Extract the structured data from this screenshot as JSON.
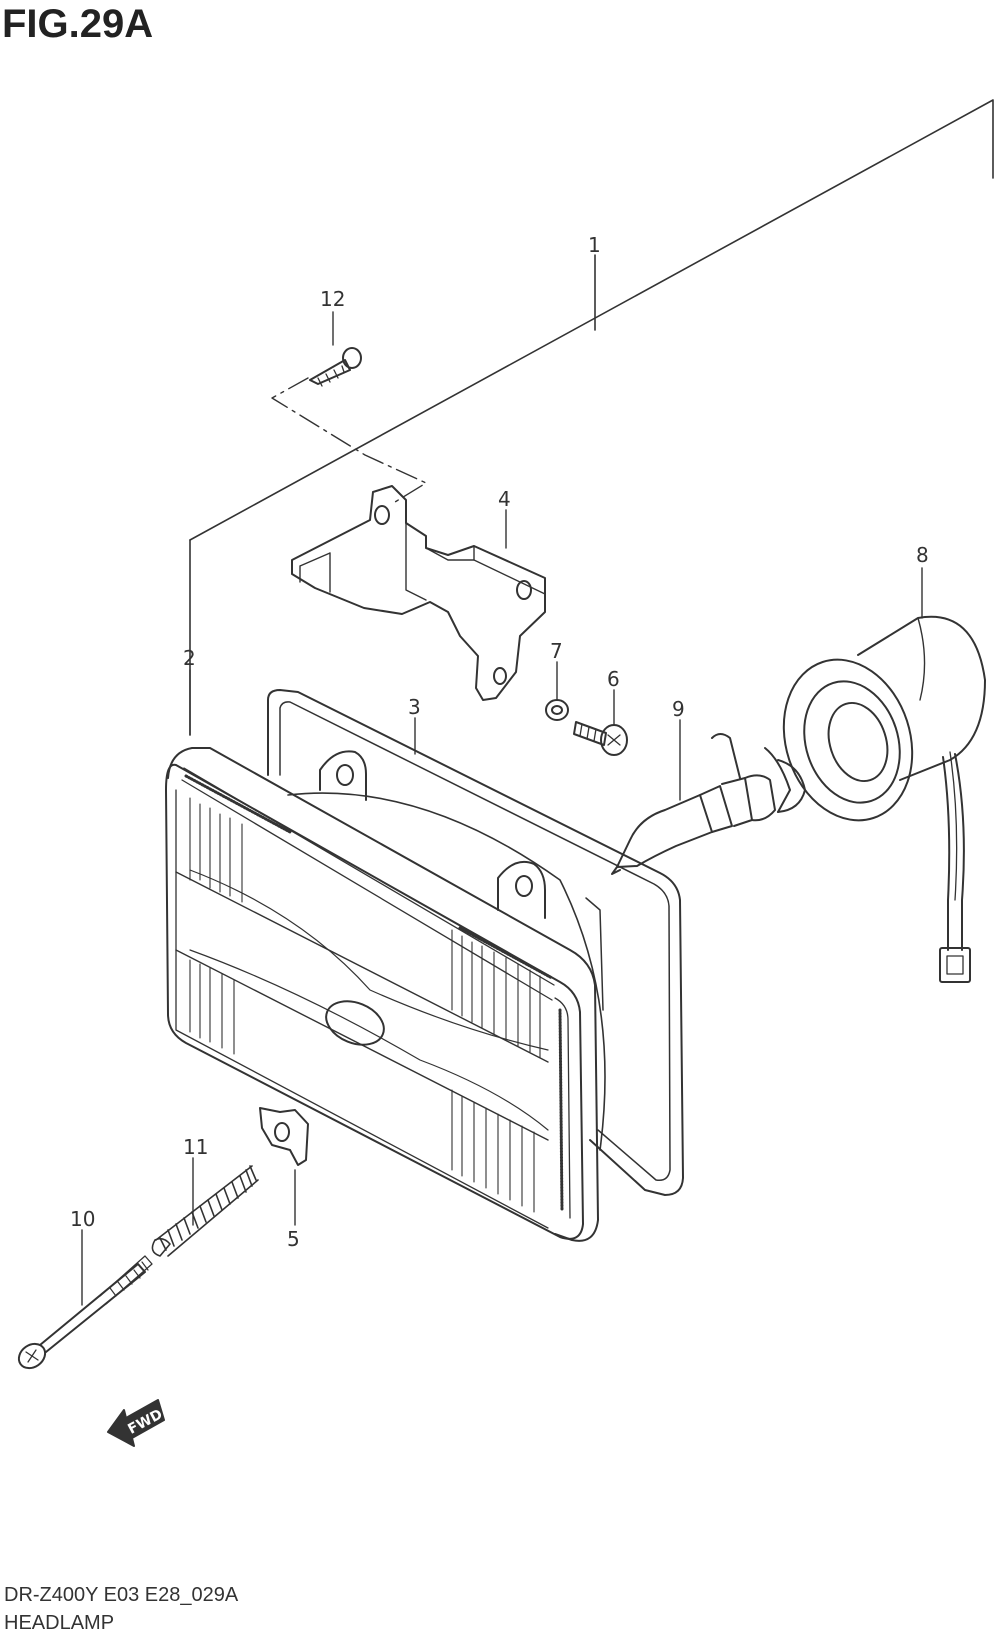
{
  "figure": {
    "title": "FIG.29A",
    "footer_code": "DR-Z400Y E03 E28_029A",
    "footer_name": "HEADLAMP",
    "fwd_label": "FWD"
  },
  "callouts": [
    {
      "id": "1",
      "label": "1"
    },
    {
      "id": "2",
      "label": "2"
    },
    {
      "id": "3",
      "label": "3"
    },
    {
      "id": "4",
      "label": "4"
    },
    {
      "id": "5",
      "label": "5"
    },
    {
      "id": "6",
      "label": "6"
    },
    {
      "id": "7",
      "label": "7"
    },
    {
      "id": "8",
      "label": "8"
    },
    {
      "id": "9",
      "label": "9"
    },
    {
      "id": "10",
      "label": "10"
    },
    {
      "id": "11",
      "label": "11"
    },
    {
      "id": "12",
      "label": "12"
    }
  ],
  "colors": {
    "line": "#333333",
    "background": "#ffffff"
  }
}
